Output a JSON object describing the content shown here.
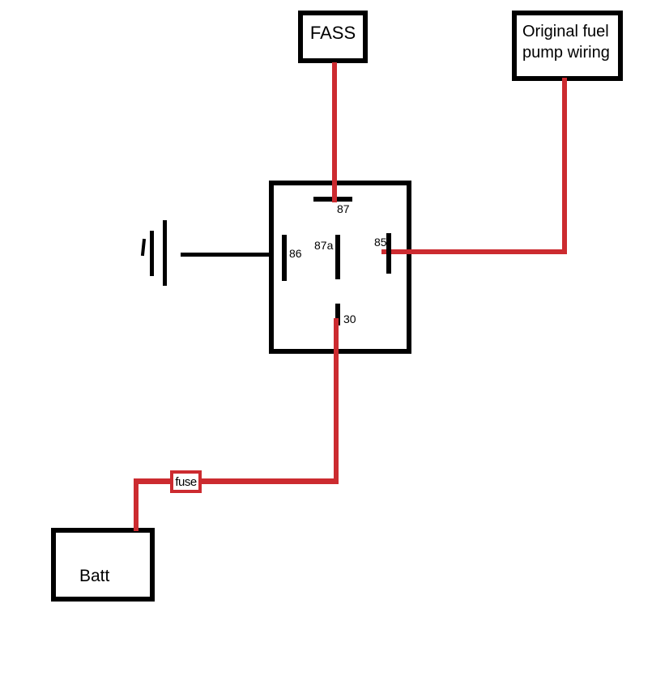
{
  "colors": {
    "wire_red": "#cc2b30",
    "line_black": "#000000",
    "background": "#ffffff"
  },
  "boxes": {
    "fass": {
      "label": "FASS"
    },
    "original_pump": {
      "lines": [
        "Original fuel",
        "pump wiring"
      ]
    },
    "batt": {
      "label": "Batt"
    },
    "fuse": {
      "label": "fuse"
    }
  },
  "relay": {
    "pin_labels": {
      "p87": "87",
      "p87a": "87a",
      "p85": "85",
      "p86": "86",
      "p30": "30"
    }
  }
}
